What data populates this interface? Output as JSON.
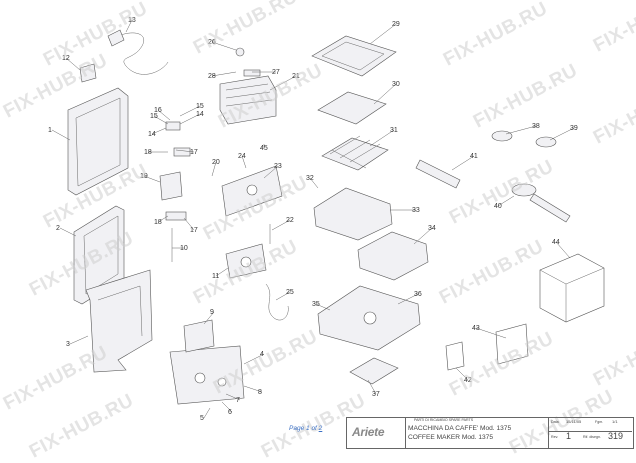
{
  "watermark": "FIX-HUB.RU",
  "pager": {
    "prefix": "Page",
    "current": "1",
    "of_label": "of",
    "total": "2"
  },
  "title_block": {
    "brand": "Ariete",
    "header": "PARTI DI RICAMBIO SPARE PARTS",
    "title_it": "MACCHINA DA CAFFE' Mod. 1375",
    "title_en": "COFFEE MAKER Mod. 1375",
    "date_label": "Data",
    "date_value": "15/11/05",
    "sheet_label": "Fgm.",
    "sheet_value": "1/1",
    "rev_label": "Rev.",
    "rev_value": "1",
    "ref_label": "Rif. disegn.",
    "ref_value": "319"
  },
  "parts": [
    "1",
    "2",
    "3",
    "4",
    "5",
    "6",
    "7",
    "8",
    "9",
    "10",
    "11",
    "12",
    "13",
    "14",
    "14",
    "15",
    "15",
    "16",
    "17",
    "17",
    "18",
    "18",
    "19",
    "20",
    "21",
    "22",
    "23",
    "24",
    "25",
    "26",
    "27",
    "28",
    "29",
    "30",
    "31",
    "32",
    "33",
    "34",
    "35",
    "36",
    "37",
    "38",
    "39",
    "40",
    "41",
    "42",
    "43",
    "44",
    "45"
  ]
}
